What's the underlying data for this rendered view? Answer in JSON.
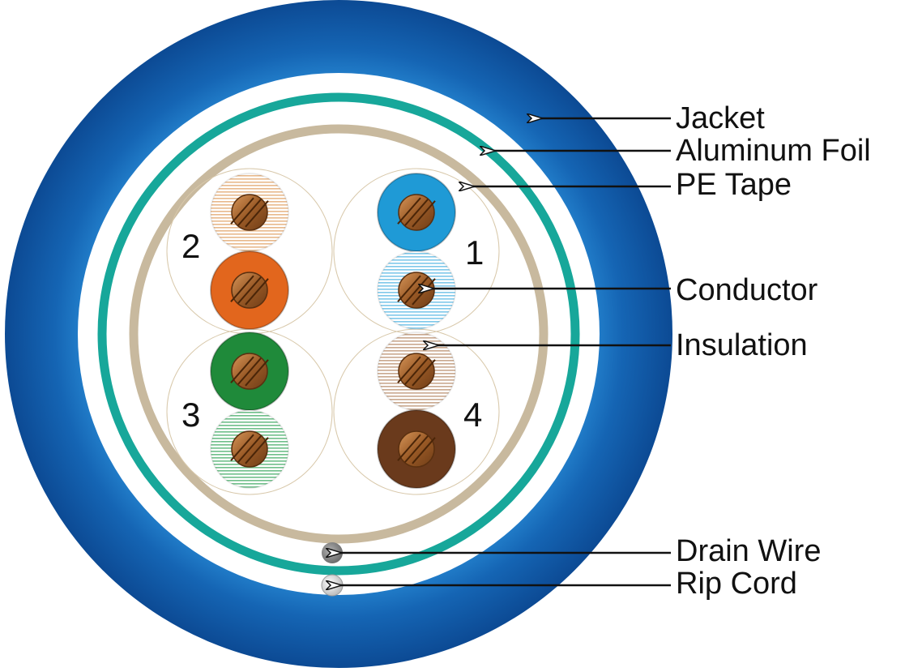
{
  "labels": {
    "jacket": "Jacket",
    "foil": "Aluminum Foil",
    "pe_tape": "PE Tape",
    "conductor": "Conductor",
    "insulation": "Insulation",
    "drain_wire": "Drain Wire",
    "rip_cord": "Rip Cord"
  },
  "pairs": [
    {
      "number": "1",
      "solid_color": "#1f9ad6",
      "striped_color": "#7ec8ea"
    },
    {
      "number": "2",
      "solid_color": "#e2661d",
      "striped_color": "#e8b98c"
    },
    {
      "number": "3",
      "solid_color": "#1f8a3a",
      "striped_color": "#6fbf8a"
    },
    {
      "number": "4",
      "solid_color": "#6a3a1c",
      "striped_color": "#c9a88e"
    }
  ],
  "colors": {
    "jacket": "#1565b4",
    "foil": "#17a79a",
    "pe_tape": "#c8b99e",
    "conductor": "#a0602a",
    "drain_wire": "#808080",
    "rip_cord": "#e8e8e8"
  }
}
